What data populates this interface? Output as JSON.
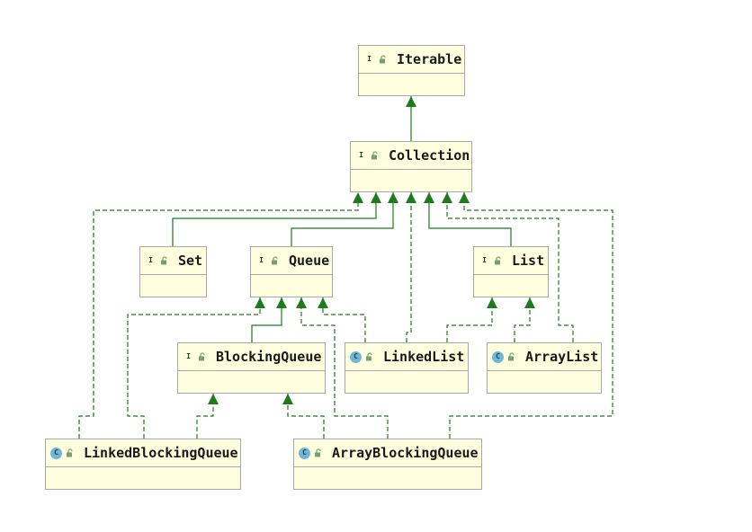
{
  "colors": {
    "node_fill": "#ffffe0",
    "node_border": "#a8a8a8",
    "edge": "#1d7a1d",
    "interface_badge": "#8fc07a",
    "class_badge": "#6fb7d6"
  },
  "nodes": [
    {
      "id": "Iterable",
      "kind": "interface",
      "badge": "I",
      "label": "Iterable"
    },
    {
      "id": "Collection",
      "kind": "interface",
      "badge": "I",
      "label": "Collection"
    },
    {
      "id": "Set",
      "kind": "interface",
      "badge": "I",
      "label": "Set"
    },
    {
      "id": "Queue",
      "kind": "interface",
      "badge": "I",
      "label": "Queue"
    },
    {
      "id": "List",
      "kind": "interface",
      "badge": "I",
      "label": "List"
    },
    {
      "id": "BlockingQueue",
      "kind": "interface",
      "badge": "I",
      "label": "BlockingQueue"
    },
    {
      "id": "LinkedList",
      "kind": "class",
      "badge": "C",
      "label": "LinkedList"
    },
    {
      "id": "ArrayList",
      "kind": "class",
      "badge": "C",
      "label": "ArrayList"
    },
    {
      "id": "LinkedBlockingQueue",
      "kind": "class",
      "badge": "C",
      "label": "LinkedBlockingQueue"
    },
    {
      "id": "ArrayBlockingQueue",
      "kind": "class",
      "badge": "C",
      "label": "ArrayBlockingQueue"
    }
  ],
  "edges": [
    {
      "from": "Collection",
      "to": "Iterable",
      "type": "extends"
    },
    {
      "from": "Set",
      "to": "Collection",
      "type": "extends"
    },
    {
      "from": "Queue",
      "to": "Collection",
      "type": "extends"
    },
    {
      "from": "List",
      "to": "Collection",
      "type": "extends"
    },
    {
      "from": "LinkedBlockingQueue",
      "to": "Collection",
      "type": "implements"
    },
    {
      "from": "LinkedList",
      "to": "Collection",
      "type": "implements"
    },
    {
      "from": "ArrayList",
      "to": "Collection",
      "type": "implements"
    },
    {
      "from": "ArrayBlockingQueue",
      "to": "Collection",
      "type": "implements"
    },
    {
      "from": "BlockingQueue",
      "to": "Queue",
      "type": "extends"
    },
    {
      "from": "LinkedBlockingQueue",
      "to": "Queue",
      "type": "implements"
    },
    {
      "from": "ArrayBlockingQueue",
      "to": "Queue",
      "type": "implements"
    },
    {
      "from": "LinkedList",
      "to": "Queue",
      "type": "implements"
    },
    {
      "from": "LinkedList",
      "to": "List",
      "type": "implements"
    },
    {
      "from": "ArrayList",
      "to": "List",
      "type": "implements"
    },
    {
      "from": "LinkedBlockingQueue",
      "to": "BlockingQueue",
      "type": "implements"
    },
    {
      "from": "ArrayBlockingQueue",
      "to": "BlockingQueue",
      "type": "implements"
    }
  ]
}
